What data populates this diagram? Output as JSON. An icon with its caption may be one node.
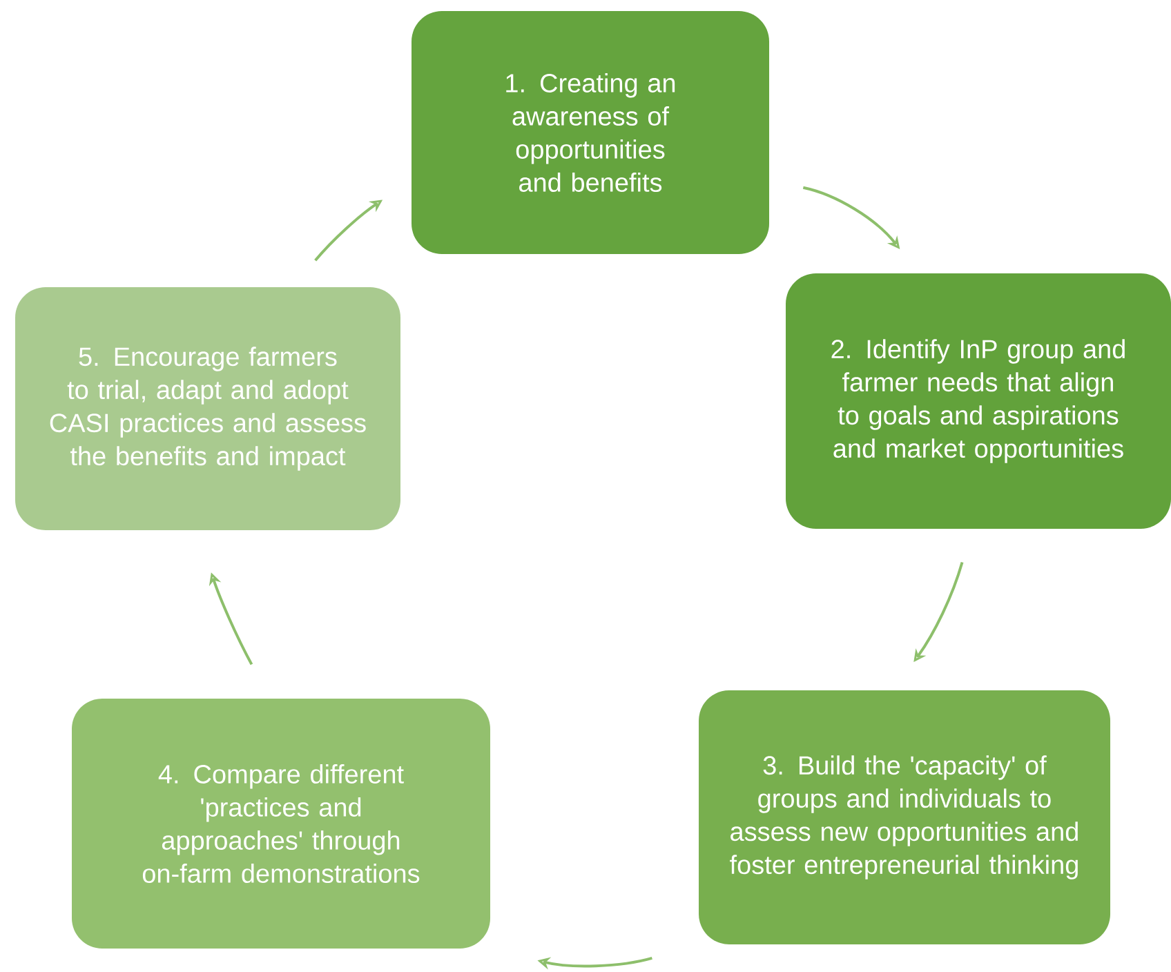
{
  "diagram": {
    "nodes": [
      {
        "text": [
          "1. Creating an awareness of opportunities and benefits"
        ]
      },
      {
        "text": [
          "2. Identify InP group and farmer needs that align to goals and aspirations and market opportunities"
        ]
      },
      {
        "text": [
          "3. Build the 'capacity' of groups and individuals to assess new opportunities and foster entrepreneurial thinking"
        ]
      },
      {
        "text": [
          "4. Compare different 'practices and approaches' through on-farm demonstrations"
        ]
      },
      {
        "text": [
          "5. Encourage farmers to trial, adapt and adopt CASI practices and assess the benefits and impact"
        ]
      }
    ],
    "edges": [
      {
        "from": 0,
        "to": 1,
        "arrow": "to"
      },
      {
        "from": 1,
        "to": 2,
        "arrow": "to"
      },
      {
        "from": 2,
        "to": 3,
        "arrow": "to"
      },
      {
        "from": 3,
        "to": 4,
        "arrow": "to"
      },
      {
        "from": 4,
        "to": 0,
        "arrow": "to"
      }
    ]
  }
}
